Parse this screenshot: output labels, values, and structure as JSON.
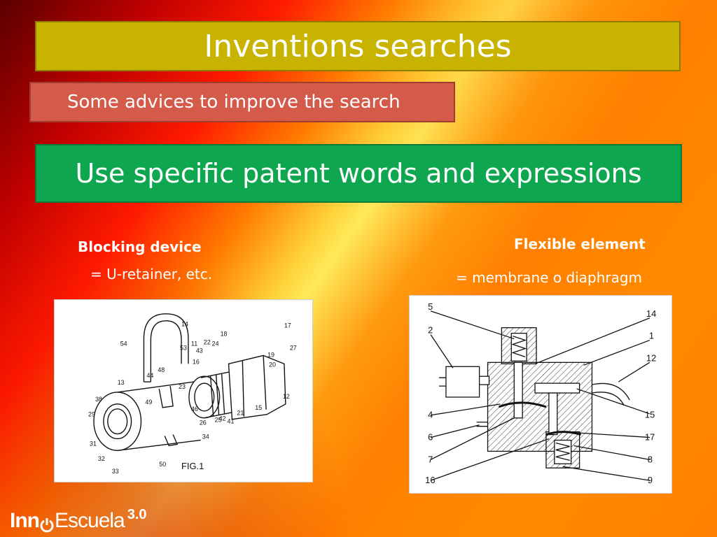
{
  "slide": {
    "title": "Inventions searches",
    "subtitle": "Some advices to improve the search",
    "banner": "Use specific  patent words and expressions"
  },
  "left": {
    "term": "Blocking device",
    "equivalent": "= U-retainer, etc.",
    "figure": {
      "caption": "FIG.1",
      "labels": [
        "14",
        "54",
        "53",
        "11",
        "43",
        "22",
        "24",
        "18",
        "17",
        "27",
        "19",
        "20",
        "16",
        "42",
        "15",
        "12",
        "21",
        "41",
        "25",
        "26",
        "46",
        "23",
        "48",
        "44",
        "13",
        "49",
        "38",
        "29",
        "31",
        "32",
        "33",
        "50",
        "34"
      ]
    }
  },
  "right": {
    "term": "Flexible element",
    "equivalent": "= membrane o diaphragm",
    "figure": {
      "labels": [
        "5",
        "2",
        "14",
        "1",
        "12",
        "4",
        "15",
        "6",
        "17",
        "7",
        "8",
        "16",
        "9"
      ]
    }
  },
  "logo": {
    "part1": "Inn",
    "part2": "Escuela",
    "version": "3.0"
  }
}
